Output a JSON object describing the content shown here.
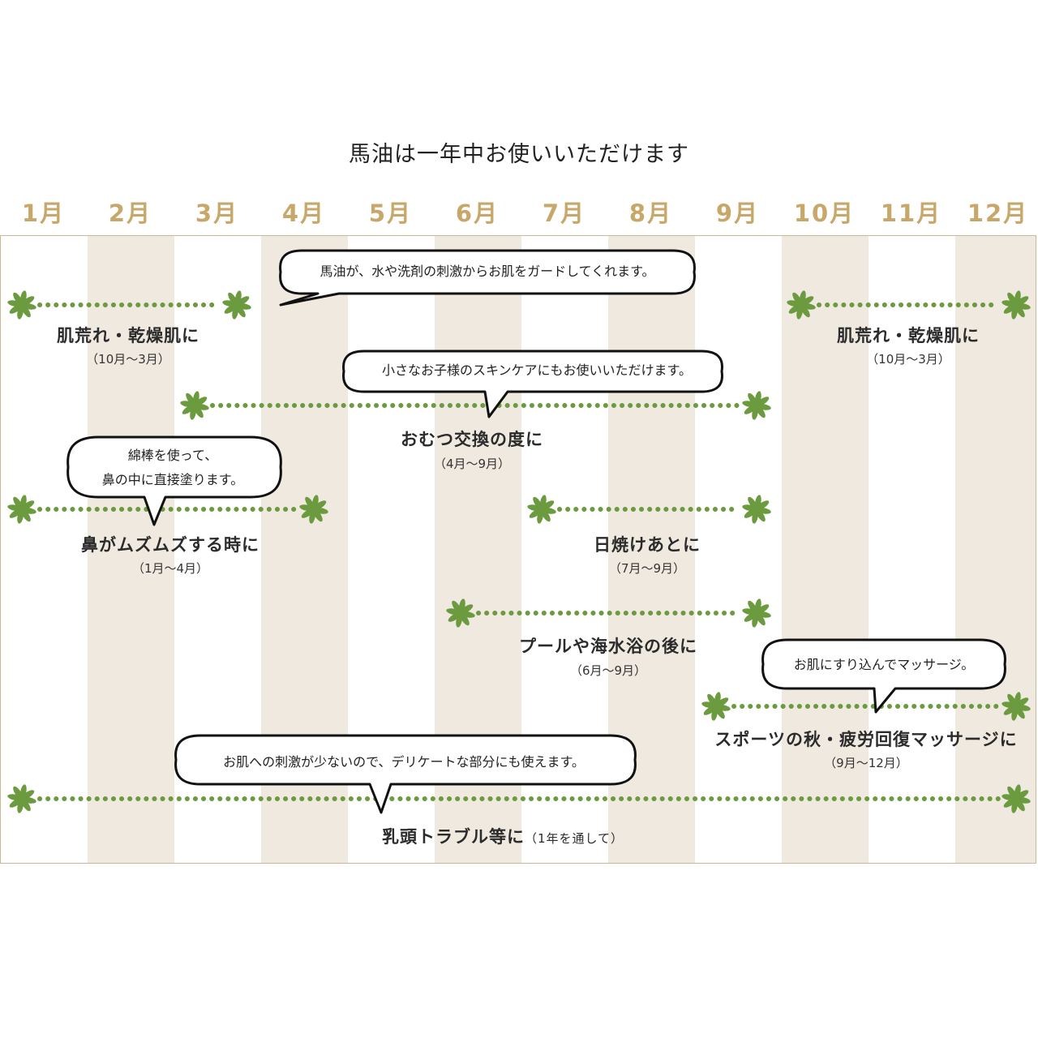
{
  "title": "馬油は一年中お使いいただけます",
  "months": [
    "1月",
    "2月",
    "3月",
    "4月",
    "5月",
    "6月",
    "7月",
    "8月",
    "9月",
    "10月",
    "11月",
    "12月"
  ],
  "colors": {
    "stripe": "#efe9e0",
    "month": "#c8a76a",
    "dots": "#6b9a3f",
    "border": "#cdb893"
  },
  "uses": [
    {
      "label": "肌荒れ・乾燥肌に",
      "period": "（10月〜3月）"
    },
    {
      "label": "肌荒れ・乾燥肌に",
      "period": "（10月〜3月）"
    },
    {
      "label": "おむつ交換の度に",
      "period": "（4月〜9月）"
    },
    {
      "label": "鼻がムズムズする時に",
      "period": "（1月〜4月）"
    },
    {
      "label": "日焼けあとに",
      "period": "（7月〜9月）"
    },
    {
      "label": "プールや海水浴の後に",
      "period": "（6月〜9月）"
    },
    {
      "label": "スポーツの秋・疲労回復マッサージに",
      "period": "（9月〜12月）"
    },
    {
      "label": "乳頭トラブル等に",
      "period": "（1年を通して）"
    }
  ],
  "bubbles": [
    {
      "lines": [
        "馬油が、水や洗剤の刺激からお肌をガードしてくれます。"
      ]
    },
    {
      "lines": [
        "小さなお子様のスキンケアにもお使いいただけます。"
      ]
    },
    {
      "lines": [
        "綿棒を使って、",
        "鼻の中に直接塗ります。"
      ]
    },
    {
      "lines": [
        "お肌にすり込んでマッサージ。"
      ]
    },
    {
      "lines": [
        "お肌への刺激が少ないので、デリケートな部分にも使えます。"
      ]
    }
  ]
}
